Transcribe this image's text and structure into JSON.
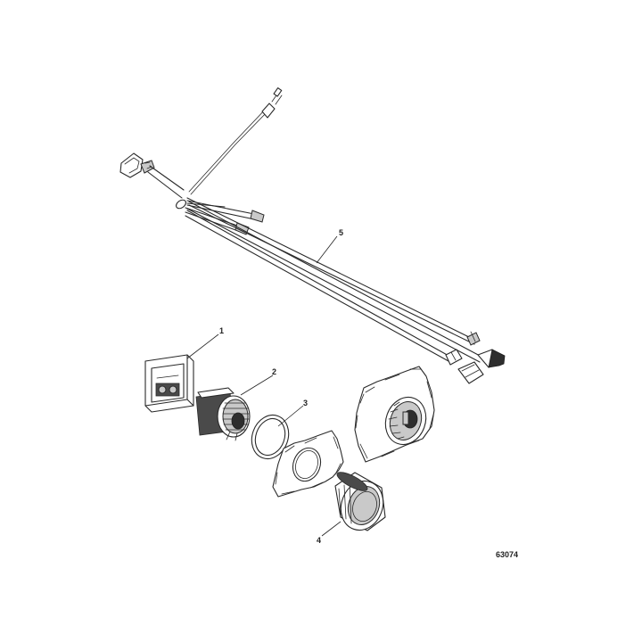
{
  "callouts": [
    {
      "id": "1",
      "label": "1"
    },
    {
      "id": "2",
      "label": "2"
    },
    {
      "id": "3",
      "label": "3"
    },
    {
      "id": "4",
      "label": "4"
    },
    {
      "id": "5",
      "label": "5"
    }
  ],
  "figure_number": "63074",
  "colors": {
    "line": "#2a2a2a",
    "fill_light": "#c9c9c9",
    "fill_dark": "#2e2e2e",
    "background": "#ffffff"
  }
}
